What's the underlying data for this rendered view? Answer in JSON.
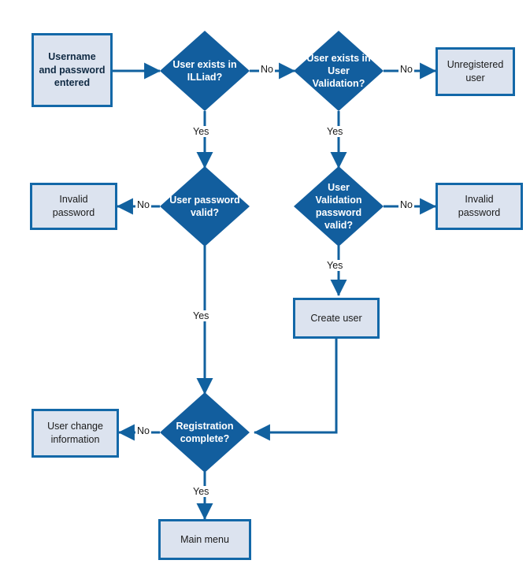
{
  "diagram": {
    "title": "ILLiad user authentication flowchart",
    "colors": {
      "box_fill": "#dce3ef",
      "box_border": "#1368a8",
      "diamond_fill": "#125e9e",
      "line": "#11619f",
      "text_dark": "#1a1a1a",
      "text_light": "#ffffff",
      "background": "#ffffff"
    }
  },
  "nodes": {
    "start": {
      "label": "Username and password entered",
      "type": "process"
    },
    "decision_user_exists_illiad": {
      "label": "User exists in ILLiad?",
      "type": "decision"
    },
    "decision_user_exists_validation": {
      "label": "User exists in User Validation?",
      "type": "decision"
    },
    "unregistered_user": {
      "label": "Unregistered user",
      "type": "process"
    },
    "decision_user_password_valid": {
      "label": "User password valid?",
      "type": "decision"
    },
    "invalid_password_left": {
      "label": "Invalid password",
      "type": "process"
    },
    "decision_validation_password_valid": {
      "label": "User Validation password valid?",
      "type": "decision"
    },
    "invalid_password_right": {
      "label": "Invalid password",
      "type": "process"
    },
    "create_user": {
      "label": "Create user",
      "type": "process"
    },
    "decision_registration_complete": {
      "label": "Registration complete?",
      "type": "decision"
    },
    "user_change_information": {
      "label": "User change information",
      "type": "process"
    },
    "main_menu": {
      "label": "Main menu",
      "type": "process"
    }
  },
  "edge_labels": {
    "illiad_no": "No",
    "illiad_yes": "Yes",
    "validation_no": "No",
    "validation_yes": "Yes",
    "user_password_no": "No",
    "user_password_yes": "Yes",
    "validation_password_no": "No",
    "validation_password_yes": "Yes",
    "registration_no": "No",
    "registration_yes": "Yes"
  }
}
